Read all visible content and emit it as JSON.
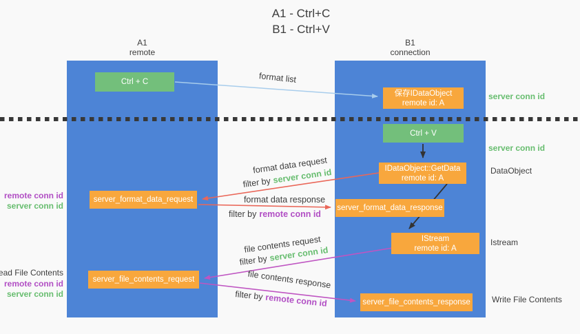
{
  "title": {
    "line1": "A1 - Ctrl+C",
    "line2": "B1 - Ctrl+V"
  },
  "lanes": {
    "left": {
      "name": "A1",
      "subtitle": "remote"
    },
    "right": {
      "name": "B1",
      "subtitle": "connection"
    }
  },
  "boxes": {
    "ctrl_c": {
      "label": "Ctrl + C"
    },
    "ctrl_v": {
      "label": "Ctrl + V"
    },
    "save_idataobject": {
      "line1": "保存IDataObject",
      "line2": "remote id: A"
    },
    "getdata": {
      "line1": "IDataObject::GetData",
      "line2": "remote id: A"
    },
    "format_request": {
      "label": "server_format_data_request"
    },
    "format_response": {
      "label": "server_format_data_response"
    },
    "istream": {
      "line1": "IStream",
      "line2": "remote id: A"
    },
    "file_request": {
      "label": "server_file_contents_request"
    },
    "file_response": {
      "label": "server_file_contents_response"
    }
  },
  "labels": {
    "format_list": "format list",
    "format_data_request": "format data request",
    "format_data_response": "format data response",
    "file_contents_request": "file contents request",
    "file_contents_response": "file contents response",
    "filter_by": "filter by",
    "server_conn_id": "server conn id",
    "remote_conn_id": "remote conn id"
  },
  "side_labels": {
    "server_conn_id_top": "server conn id",
    "server_conn_id_mid": "server conn id",
    "dataobject": "DataObject",
    "istream": "Istream",
    "write_file_contents": "Write File Contents",
    "read_file_contents": "Read File Contents",
    "remote_conn_id_1": "remote conn id",
    "server_conn_id_1": "server conn id",
    "remote_conn_id_2": "remote conn id",
    "server_conn_id_2": "server conn id"
  },
  "colors": {
    "background": "#f9f9f9",
    "lane_blue": "#4d84d6",
    "box_green": "#73bf7b",
    "box_orange": "#f8a73d",
    "text_green": "#67bd6f",
    "text_purple": "#b14ec4",
    "arrow_light_blue": "#a8cdec",
    "arrow_black": "#333333",
    "arrow_red": "#ea6759",
    "arrow_magenta": "#bf55c2",
    "divider_dash": "#383838",
    "text_dark": "#3d3d3d"
  }
}
